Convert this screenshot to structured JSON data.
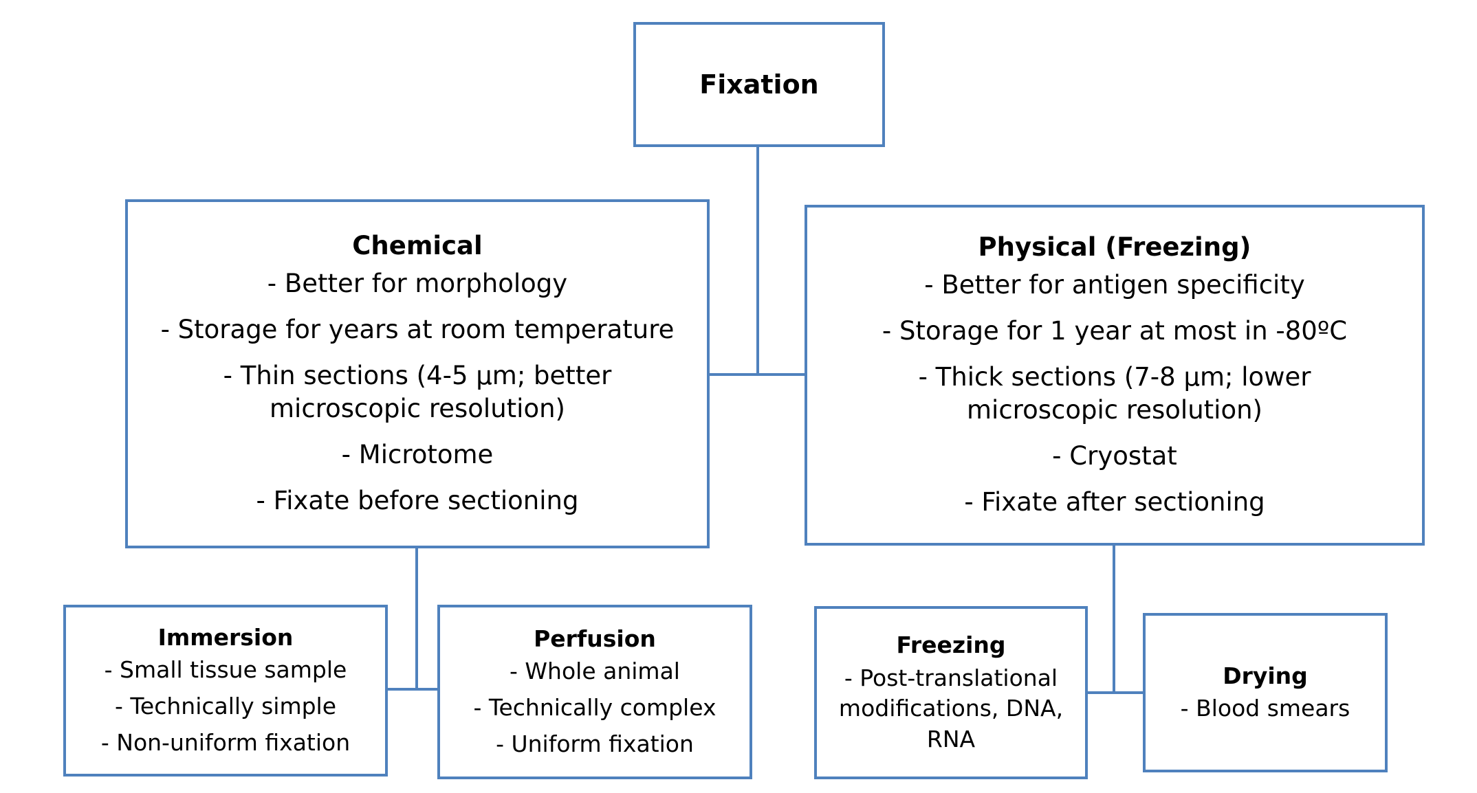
{
  "root": {
    "title": "Fixation"
  },
  "chemical": {
    "title": "Chemical",
    "items": [
      "- Better for morphology",
      "- Storage for years at room temperature",
      "- Thin sections (4-5 µm; better microscopic resolution)",
      "- Microtome",
      "- Fixate before sectioning"
    ]
  },
  "physical": {
    "title": "Physical (Freezing)",
    "items": [
      "- Better for antigen specificity",
      "- Storage for 1 year at most in -80ºC",
      "- Thick sections (7-8 µm; lower microscopic resolution)",
      "- Cryostat",
      "- Fixate after sectioning"
    ]
  },
  "immersion": {
    "title": "Immersion",
    "items": [
      "- Small tissue sample",
      "- Technically simple",
      "- Non-uniform fixation"
    ]
  },
  "perfusion": {
    "title": "Perfusion",
    "items": [
      "- Whole animal",
      "- Technically complex",
      "- Uniform fixation"
    ]
  },
  "freezing": {
    "title": "Freezing",
    "items": [
      "- Post-translational modifications, DNA, RNA"
    ]
  },
  "drying": {
    "title": "Drying",
    "items": [
      "- Blood smears"
    ]
  },
  "colors": {
    "border": "#4f81bd",
    "connector": "#4f81bd"
  }
}
